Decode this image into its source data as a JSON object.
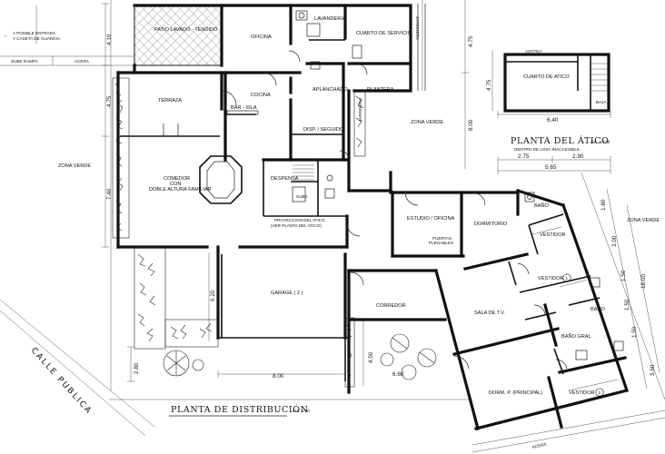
{
  "title": {
    "main": "PLANTA DE DISTRIBUCIÓN",
    "scale": "esc. 1:50"
  },
  "attic": {
    "title": "PLANTA DEL ÁTICO",
    "scale": "esc. 1:100",
    "note": "DENTRO DE LOSA INACCESIBLE.",
    "azotea": "AZOTEA",
    "room": "CUARTO DE ATICO",
    "baja": "BAJA",
    "dims": {
      "width": "6.40",
      "height": "4.75",
      "left": "2.75",
      "right": "2.90",
      "total": "5.65"
    }
  },
  "rooms": {
    "patio": "PATIO LAVADO - TENDIDO",
    "oficina": "OFICINA",
    "lavanderia": "LAVANDERÍA",
    "cuarto_servicio": "CUARTO DE SERVICIO",
    "jardinera_top": "JARDINERA",
    "aplanchado": "APLANCHADO",
    "plantera": "PLANTERA",
    "terraza": "TERRAZA",
    "cocina": "COCINA",
    "bar_isla": "BAR - ISLA",
    "disp_seguido": "DISP. / SEGUIDO.",
    "jardinera_side": "JARDINERA",
    "comedor_1": "COMEDOR",
    "comedor_2": "CON",
    "comedor_3": "DOBLE ALTURA FAMILIAR",
    "despensa": "DESPENSA",
    "sube": "SUBE",
    "proyeccion_1": "PROYECCION DEL ATICO",
    "proyeccion_2": "(VER PLANTA DEL ATICO)",
    "estudio": "ESTUDIO / OFICINA",
    "puertas_1": "PUERTAS",
    "puertas_2": "PLEGABLES",
    "dormitorio": "DORMITORIO",
    "bano_1": "BAÑO",
    "vestidor": "VESTIDOR",
    "vestidor_1": "VESTIDOR",
    "vestidor_1_num": "1",
    "sala_tv": "SALA DE T.V.",
    "bano_2": "BAÑO",
    "bano_gral": "BAÑO GRAL.",
    "garage": "GARAGE ( 2 )",
    "corredor": "CORREDOR",
    "dorm_principal": "DORM. P. (PRINCIPAL)",
    "vestidor_2": "VESTIDOR",
    "vestidor_2_num": "2"
  },
  "site": {
    "entrance_1": "A POSIBLE ENTRADA",
    "entrance_2": "Y CASETA DE GUARDIA.",
    "sube_rampa": "SUBE RAMPA",
    "acera_top": "ACERA",
    "zona_verde_left": "ZONA VERDE",
    "zona_verde_mid": "ZONA VERDE",
    "zona_verde_right": "ZONA VERDE",
    "calle": "CALLE PUBLICA",
    "acera_bottom": "ACERA"
  },
  "dimensions": {
    "d410": "4.10",
    "d475_left": "4.75",
    "d740": "7.40",
    "d280": "2.80",
    "d620": "6.20",
    "d800_bottom": "8.00",
    "d450": "4.50",
    "d660": "6.60",
    "d475_right": "4.75",
    "d800_right": "8.00",
    "d180": "1.80",
    "d300": "3.00",
    "d1800": "18.00",
    "d150a": "1.50",
    "d150b": "1.50",
    "d150c": "1.50",
    "d360": "3.60"
  }
}
